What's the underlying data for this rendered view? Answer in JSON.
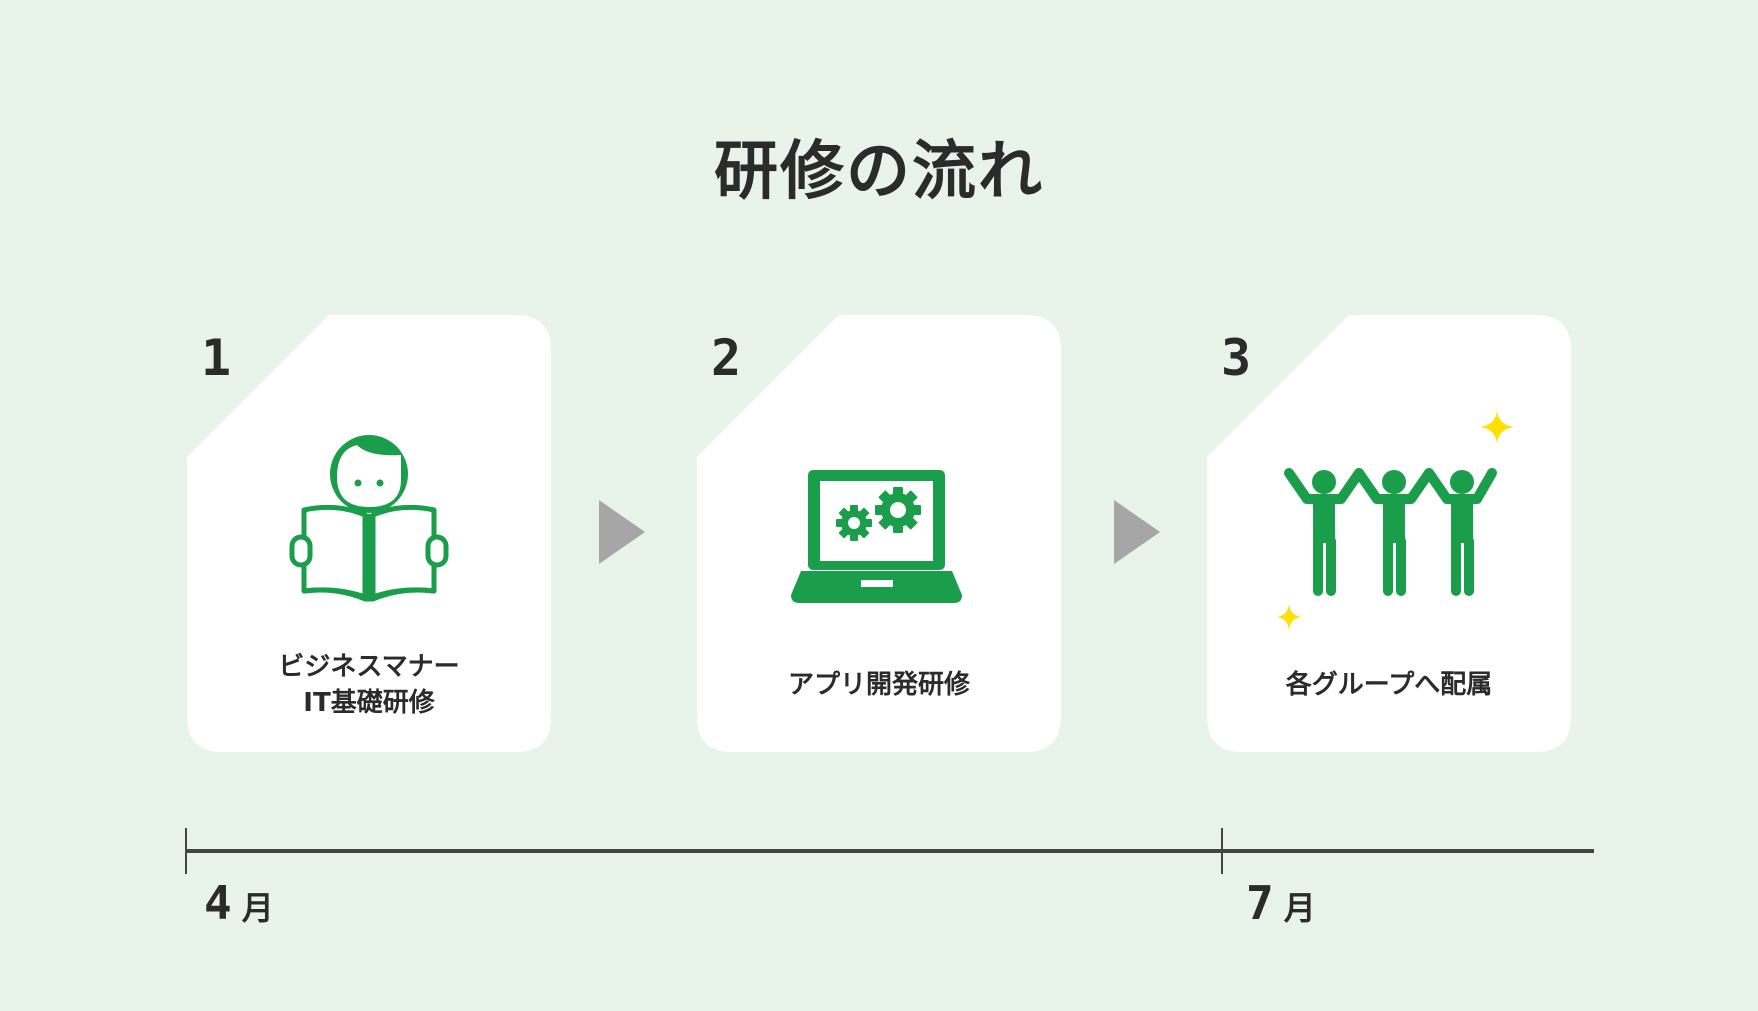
{
  "title": "研修の流れ",
  "steps": [
    {
      "number": "1",
      "label": "ビジネスマナー\nIT基礎研修",
      "icon": "reading-person-icon"
    },
    {
      "number": "2",
      "label": "アプリ開発研修",
      "icon": "laptop-gears-icon"
    },
    {
      "number": "3",
      "label": "各グループへ配属",
      "icon": "team-celebration-icon"
    }
  ],
  "timeline": {
    "markers": [
      {
        "number": "4",
        "unit": "月"
      },
      {
        "number": "7",
        "unit": "月"
      }
    ]
  },
  "colors": {
    "background": "#e8f3e9",
    "card": "#ffffff",
    "accent_green": "#1b9e4b",
    "arrow_gray": "#a6a6a6",
    "sparkle_yellow": "#ffe000",
    "text": "#2b2b2b",
    "timeline": "#444444"
  }
}
